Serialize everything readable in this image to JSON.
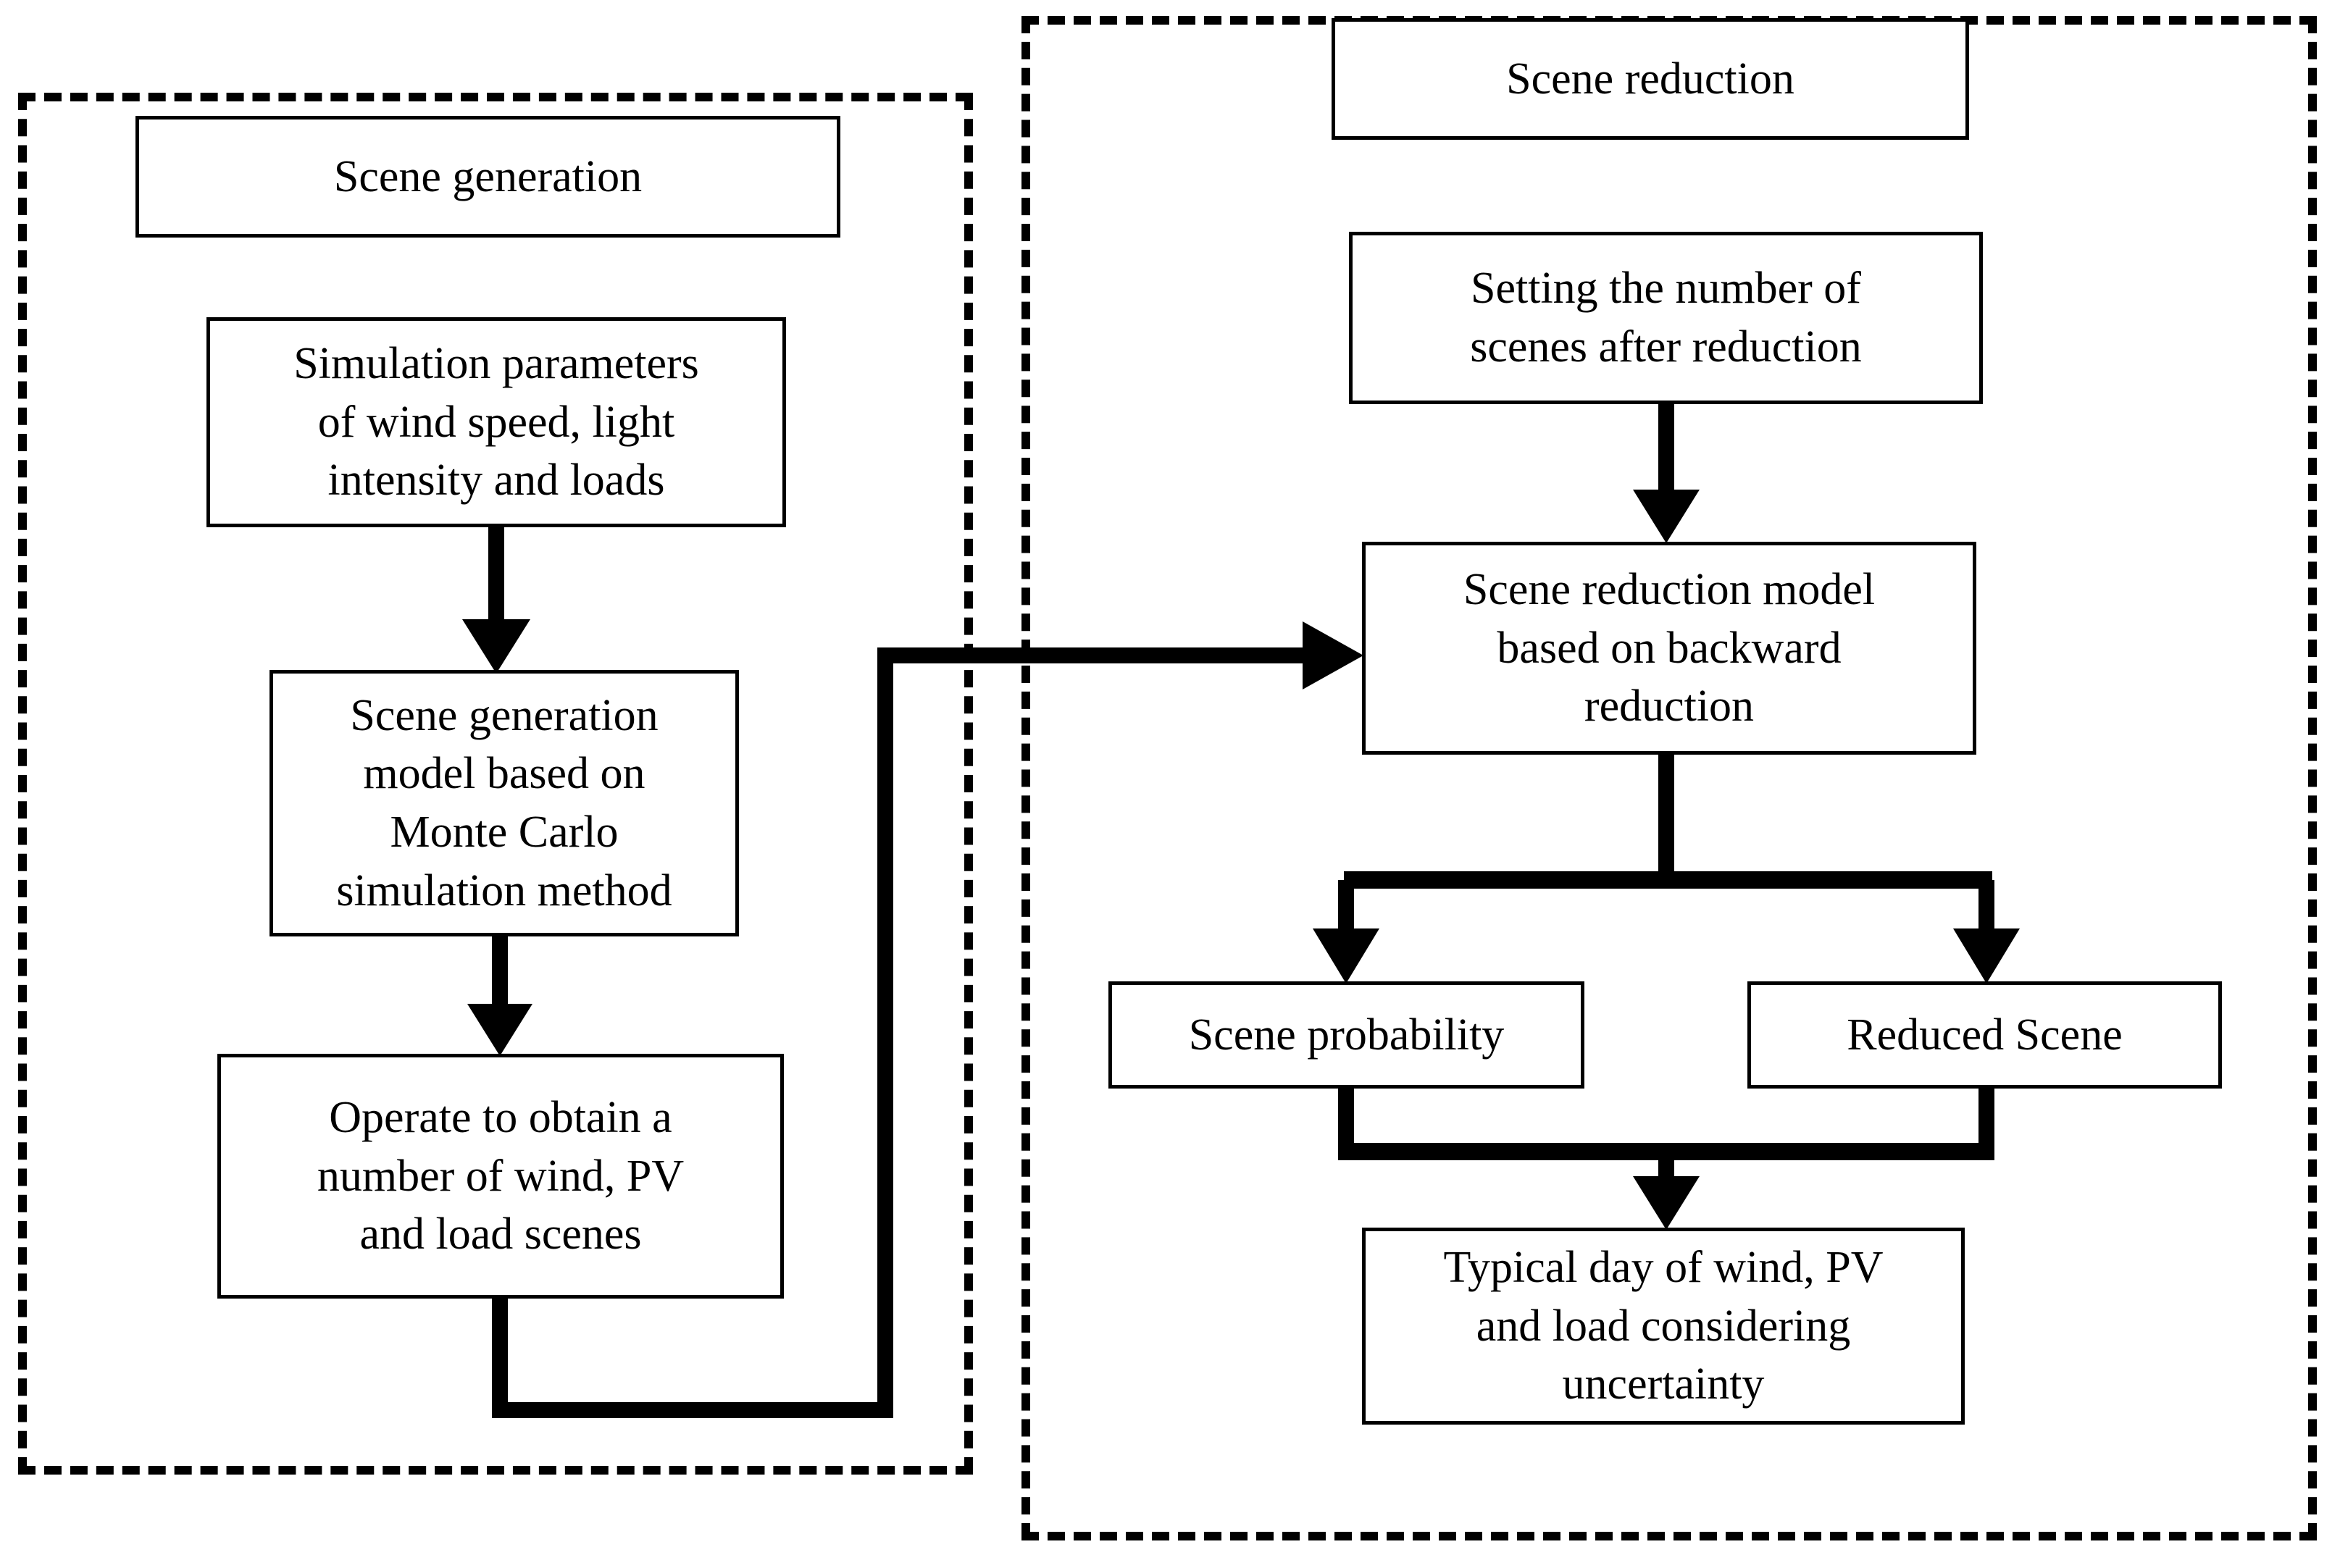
{
  "diagram": {
    "type": "flowchart",
    "groups": [
      {
        "id": "scene-generation",
        "title": "Scene generation",
        "nodes": [
          {
            "id": "sim-params",
            "text": "Simulation parameters\nof wind speed, light\nintensity and loads"
          },
          {
            "id": "scene-gen-model",
            "text": "Scene generation\nmodel based on\nMonte Carlo\nsimulation method"
          },
          {
            "id": "operate",
            "text": "Operate to obtain a\nnumber of wind, PV\nand load scenes"
          }
        ]
      },
      {
        "id": "scene-reduction",
        "title": "Scene reduction",
        "nodes": [
          {
            "id": "setting-number",
            "text": "Setting the number of\nscenes after reduction"
          },
          {
            "id": "reduction-model",
            "text": "Scene reduction model\nbased on backward\nreduction"
          },
          {
            "id": "scene-probability",
            "text": "Scene probability"
          },
          {
            "id": "reduced-scene",
            "text": "Reduced Scene"
          },
          {
            "id": "typical-day",
            "text": "Typical day of wind, PV\nand load considering\nuncertainty"
          }
        ]
      }
    ],
    "edges": [
      {
        "from": "sim-params",
        "to": "scene-gen-model",
        "style": "arrow-down"
      },
      {
        "from": "scene-gen-model",
        "to": "operate",
        "style": "arrow-down"
      },
      {
        "from": "operate",
        "to": "reduction-model",
        "style": "arrow-elbow-right"
      },
      {
        "from": "setting-number",
        "to": "reduction-model",
        "style": "arrow-down"
      },
      {
        "from": "reduction-model",
        "to": "scene-probability",
        "style": "arrow-split-left"
      },
      {
        "from": "reduction-model",
        "to": "reduced-scene",
        "style": "arrow-split-right"
      },
      {
        "from": "scene-probability",
        "to": "typical-day",
        "style": "arrow-merge-left"
      },
      {
        "from": "reduced-scene",
        "to": "typical-day",
        "style": "arrow-merge-right"
      }
    ],
    "colors": {
      "stroke": "#000000",
      "background": "#ffffff"
    }
  }
}
